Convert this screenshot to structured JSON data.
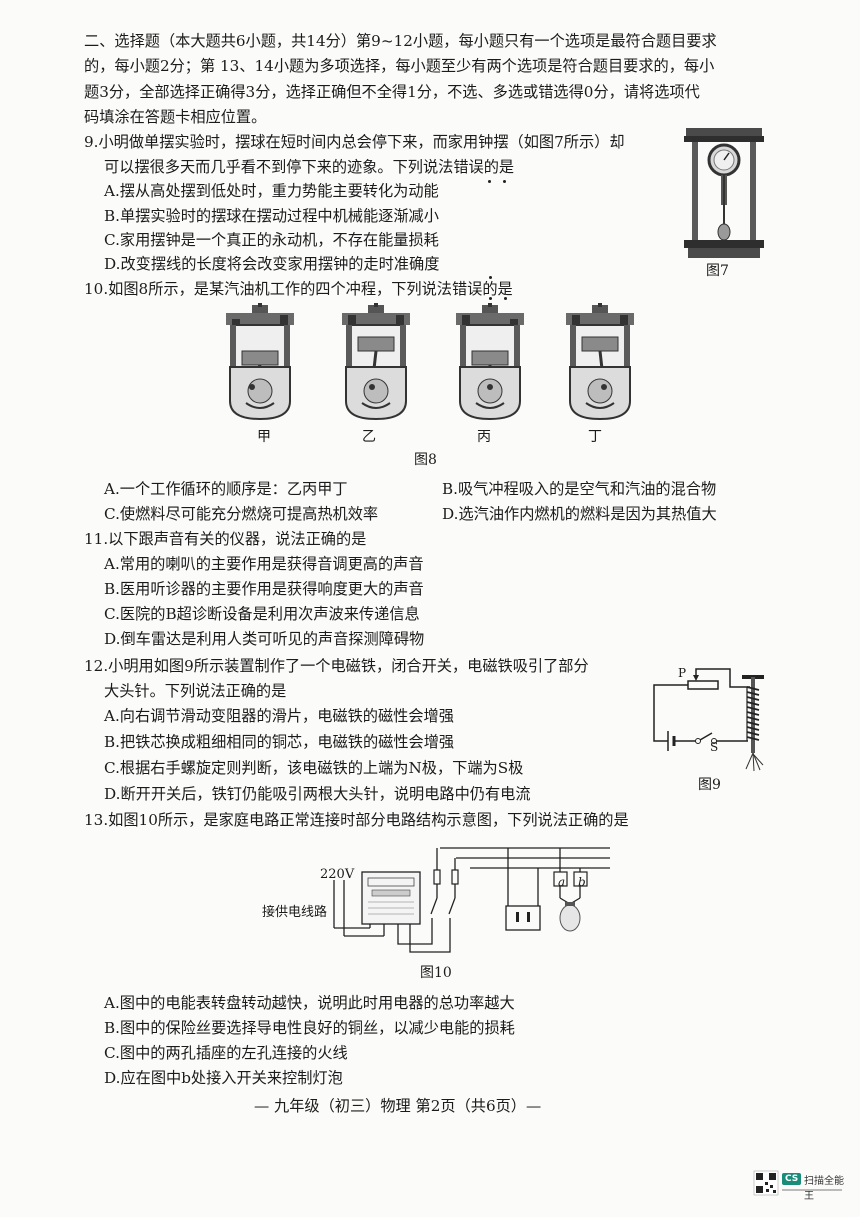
{
  "section": {
    "header_lines": [
      "二、选择题（本大题共6小题，共14分）第9~12小题，每小题只有一个选项是最符合题目要求",
      "的，每小题2分；第 13、14小题为多项选择，每小题至少有两个选项是符合题目要求的，每小",
      "题3分，全部选择正确得3分，选择正确但不全得1分，不选、多选或错选得0分，请将选项代",
      "码填涂在答题卡相应位置。"
    ]
  },
  "q9": {
    "stem_lines": [
      "9.小明做单摆实验时，摆球在短时间内总会停下来，而家用钟摆（如图7所示）却",
      "可以摆很多天而几乎看不到停下来的迹象。下列说法错误的是"
    ],
    "options": [
      "A.摆从高处摆到低处时，重力势能主要转化为动能",
      "B.单摆实验时的摆球在摆动过程中机械能逐渐减小",
      "C.家用摆钟是一个真正的永动机，不存在能量损耗",
      "D.改变摆线的长度将会改变家用摆钟的走时准确度"
    ],
    "figure_caption": "图7"
  },
  "q10": {
    "stem": "10.如图8所示，是某汽油机工作的四个冲程，下列说法错误的是",
    "stroke_labels": [
      "甲",
      "乙",
      "丙",
      "丁"
    ],
    "figure_caption": "图8",
    "options": [
      "A.一个工作循环的顺序是：乙丙甲丁",
      "B.吸气冲程吸入的是空气和汽油的混合物",
      "C.使燃料尽可能充分燃烧可提高热机效率",
      "D.选汽油作内燃机的燃料是因为其热值大"
    ]
  },
  "q11": {
    "stem": "11.以下跟声音有关的仪器，说法正确的是",
    "options": [
      "A.常用的喇叭的主要作用是获得音调更高的声音",
      "B.医用听诊器的主要作用是获得响度更大的声音",
      "C.医院的B超诊断设备是利用次声波来传递信息",
      "D.倒车雷达是利用人类可听见的声音探测障碍物"
    ]
  },
  "q12": {
    "stem_lines": [
      "12.小明用如图9所示装置制作了一个电磁铁，闭合开关，电磁铁吸引了部分",
      "大头针。下列说法正确的是"
    ],
    "options": [
      "A.向右调节滑动变阻器的滑片，电磁铁的磁性会增强",
      "B.把铁芯换成粗细相同的铜芯，电磁铁的磁性会增强",
      "C.根据右手螺旋定则判断，该电磁铁的上端为N极，下端为S极",
      "D.断开开关后，铁钉仍能吸引两根大头针，说明电路中仍有电流"
    ],
    "figure_caption": "图9",
    "label_p": "P",
    "label_s": "S"
  },
  "q13": {
    "stem": "13.如图10所示，是家庭电路正常连接时部分电路结构示意图，下列说法正确的是",
    "figure_caption": "图10",
    "label_voltage": "220V",
    "label_supply": "接供电线路",
    "label_a": "a",
    "label_b": "b",
    "options": [
      "A.图中的电能表转盘转动越快，说明此时用电器的总功率越大",
      "B.图中的保险丝要选择导电性良好的铜丝，以减少电能的损耗",
      "C.图中的两孔插座的左孔连接的火线",
      "D.应在图中b处接入开关来控制灯泡"
    ]
  },
  "footer": {
    "text": "— 九年级（初三）物理 第2页（共6页）—"
  },
  "scanner_badge": {
    "logo": "CS",
    "name": "扫描全能王"
  }
}
